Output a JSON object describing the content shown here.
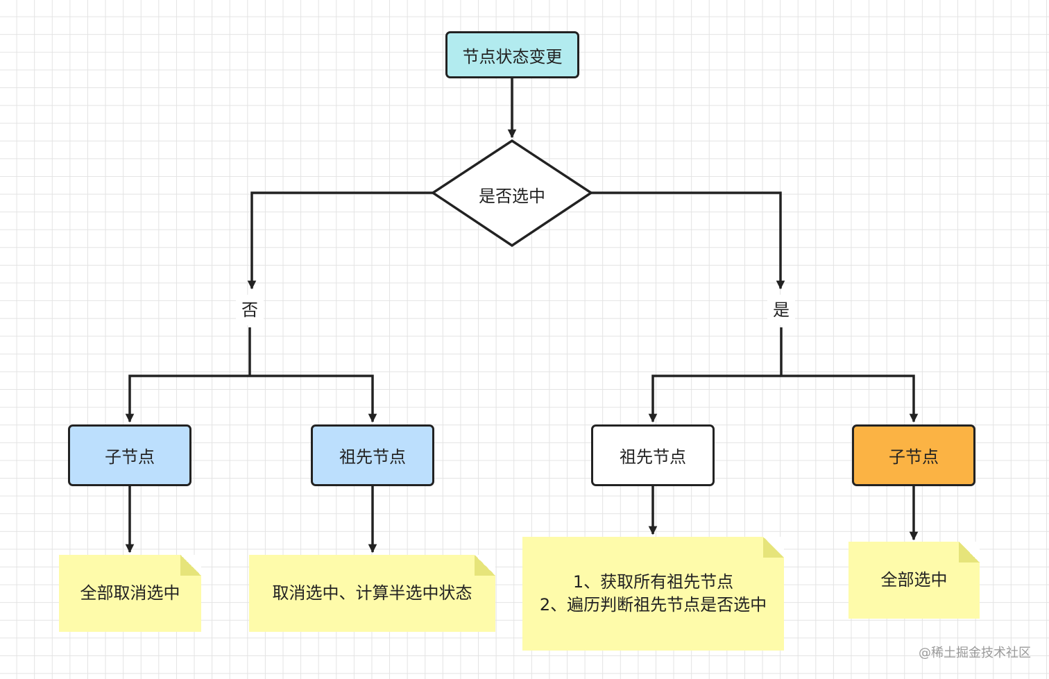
{
  "start": {
    "label": "节点状态变更",
    "color": "#b2ebef"
  },
  "decision": {
    "label": "是否选中"
  },
  "branches": {
    "no": {
      "label": "否",
      "child": {
        "label": "子节点",
        "color": "#bcdffd",
        "note": "全部取消选中"
      },
      "ancestor": {
        "label": "祖先节点",
        "color": "#bcdffd",
        "note": "取消选中、计算半选中状态"
      }
    },
    "yes": {
      "label": "是",
      "ancestor": {
        "label": "祖先节点",
        "color": "#ffffff",
        "note_lines": [
          "1、获取所有祖先节点",
          "2、遍历判断祖先节点是否选中"
        ]
      },
      "child": {
        "label": "子节点",
        "color": "#fbb344",
        "note": "全部选中"
      }
    }
  },
  "note_color": "#fefbaa",
  "watermark": "@稀土掘金技术社区"
}
